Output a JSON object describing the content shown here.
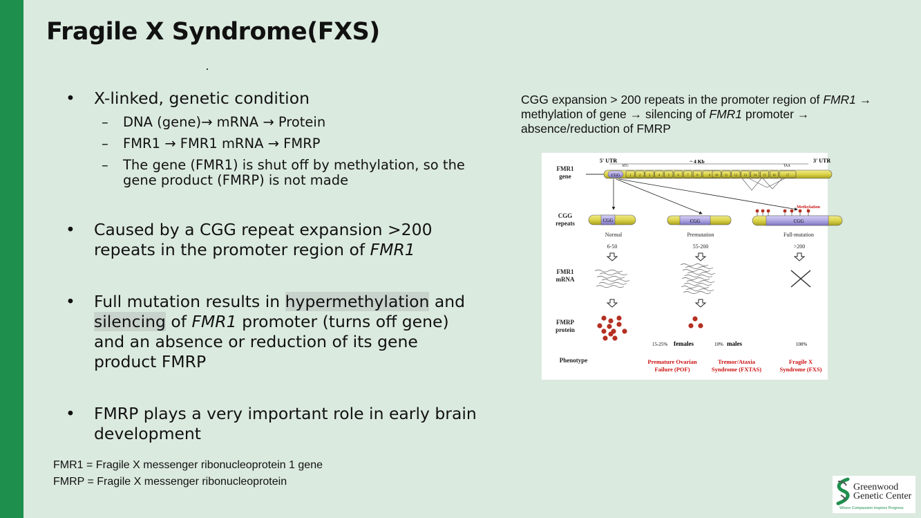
{
  "slide": {
    "title": "Fragile X Syndrome(FXS)",
    "bullets": [
      {
        "text": "X-linked, genetic condition",
        "subs": [
          {
            "a": "DNA (gene)",
            "b": " mRNA ",
            "c": " Protein"
          },
          {
            "a": "FMR1 ",
            "b": " FMR1 mRNA ",
            "c": " FMRP"
          },
          {
            "text": "The gene (FMR1) is shut off by methylation, so the gene product (FMRP) is not made"
          }
        ]
      },
      {
        "pre": "Caused by a CGG repeat expansion >200 repeats in the promoter region of ",
        "italic": "FMR1"
      },
      {
        "p1": "Full mutation results in ",
        "hl1": "hypermethylation",
        "p2": " and ",
        "hl2": "silencing",
        "p3": " of ",
        "italic": "FMR1",
        "p4": " promoter (turns off gene) and an absence or reduction of its gene product FMRP"
      },
      {
        "text": "FMRP plays a very important role in early brain development"
      }
    ],
    "arrow_glyph": "→",
    "footnotes": [
      "FMR1 = Fragile X messenger ribonucleoprotein 1 gene",
      "FMRP = Fragile X messenger ribonucleoprotein"
    ]
  },
  "caption": {
    "p1": "CGG expansion > 200 repeats in the promoter region of ",
    "i1": "FMR1",
    "p2": " methylation of gene ",
    "p3": " silencing of ",
    "i2": "FMR1",
    "p4": " promoter ",
    "p5": " absence/reduction of FMRP"
  },
  "figure": {
    "rows": {
      "gene": [
        "FMR1",
        "gene"
      ],
      "cgg": [
        "CGG",
        "repeats"
      ],
      "mrna": [
        "FMR1",
        "mRNA"
      ],
      "protein": [
        "FMRP",
        "protein"
      ],
      "phenotype": "Phenotype"
    },
    "utr5": "5' UTR",
    "utr3": "3' UTR",
    "kb": "~ 4 Kb",
    "atg": "ATG",
    "taa": "TAA",
    "cgg": "CGG",
    "exons": [
      "1",
      "2",
      "3",
      "4",
      "5",
      "6",
      "7",
      "8",
      "9",
      "10",
      "11",
      "12",
      "13",
      "14",
      "15",
      "16",
      "17"
    ],
    "methylation": "Methylation",
    "columns": [
      {
        "label": "Normal",
        "range": "6-50"
      },
      {
        "label": "Premutation",
        "range": "55-200"
      },
      {
        "label": "Full-mutation",
        "range": ">200"
      }
    ],
    "females_pct": "15-25%",
    "females": "females",
    "males_pct": "10%",
    "males": "males",
    "full_pct": "100%",
    "phenotypes": [
      [
        "Premature Ovarian",
        "Failure (POF)"
      ],
      [
        "Tremor/Ataxia",
        "Syndrome (FXTAS)"
      ],
      [
        "Fragile X",
        "Syndrome (FXS)"
      ]
    ],
    "colors": {
      "bar": "#dcd44a",
      "cgg": "#b8b0e6",
      "protein": "#b53022",
      "phenotype": "#cc1111"
    }
  },
  "logo": {
    "name1": "Greenwood",
    "name2": "Genetic Center",
    "tagline": "Where Compassion Inspires Progress"
  }
}
